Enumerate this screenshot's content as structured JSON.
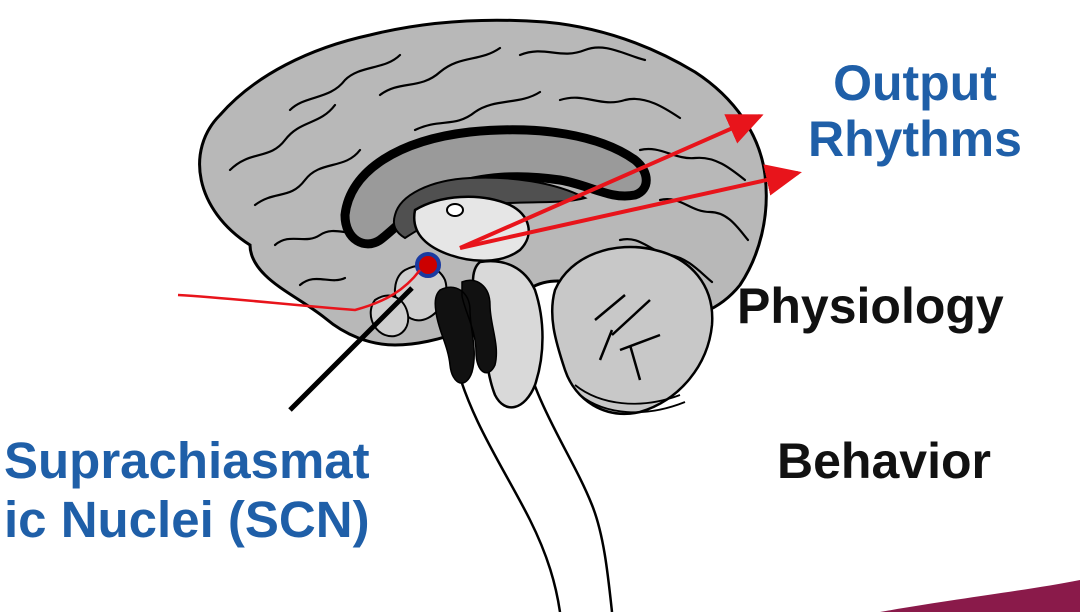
{
  "labels": {
    "output_line1": "Output",
    "output_line2": "Rhythms",
    "physiology": "Physiology",
    "behavior": "Behavior",
    "scn_line1": "Suprachiasmat",
    "scn_line2": "ic Nuclei (SCN)"
  },
  "colors": {
    "label_blue": "#1f5fa8",
    "label_black": "#111111",
    "arrow_red": "#e8141b",
    "brain_gray": "#b8b8b8",
    "outline": "#000000"
  }
}
